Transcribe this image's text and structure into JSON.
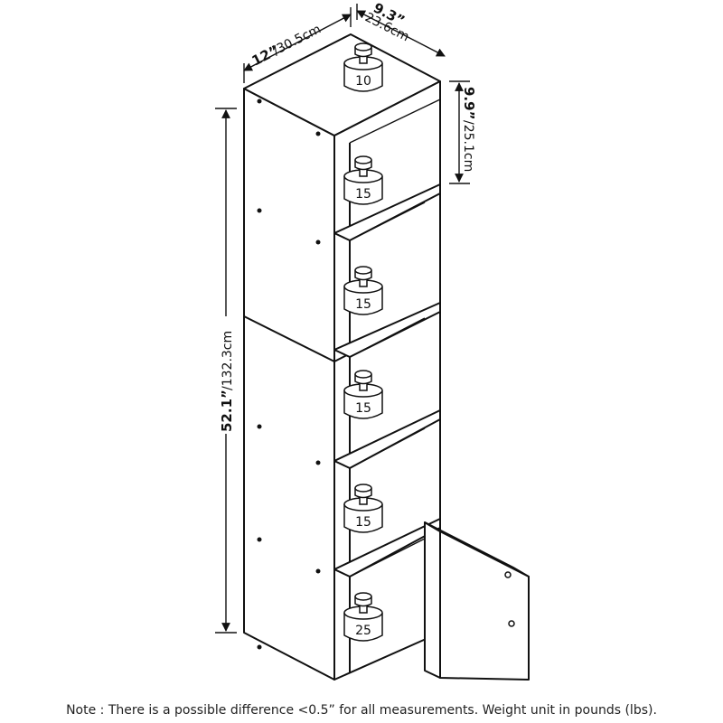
{
  "dimensions": {
    "depth": {
      "imperial": "12”",
      "metric": "/30.5cm"
    },
    "width": {
      "imperial": "9.3”",
      "metric": "23.6cm"
    },
    "shelf_height": {
      "imperial": "9.9”",
      "metric": "/25.1cm"
    },
    "total_height": {
      "imperial": "52.1”",
      "metric": "/132.3cm"
    }
  },
  "weights": [
    "10",
    "15",
    "15",
    "15",
    "15",
    "25"
  ],
  "note": "Note : There is a possible difference <0.5” for all measurements. Weight unit in pounds (lbs)."
}
